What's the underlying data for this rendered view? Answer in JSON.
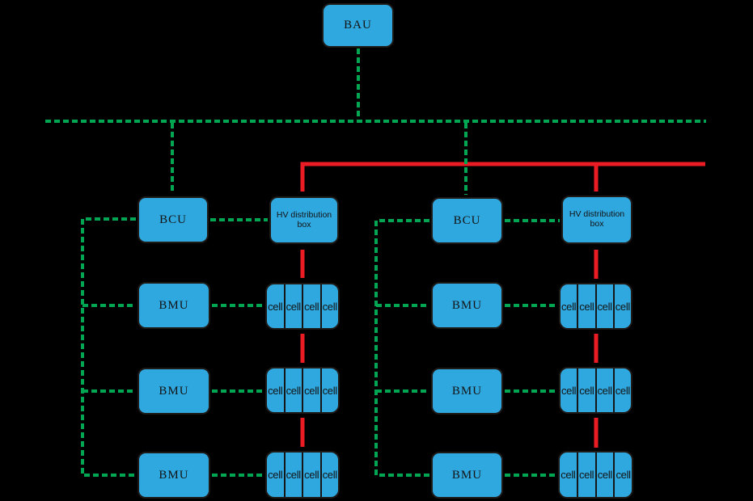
{
  "colors": {
    "background": "#000000",
    "node_fill": "#2FA7DF",
    "node_border": "#1E1A17",
    "node_text": "#141414",
    "comm_line": "#00A651",
    "power_line": "#EC1C24",
    "cell_divider": "#161616"
  },
  "nodes": {
    "bau": {
      "label": "BAU"
    },
    "strings": [
      {
        "bcu": {
          "label": "BCU"
        },
        "hv_box": {
          "label": "HV distribution box"
        },
        "bmus": [
          {
            "label": "BMU"
          },
          {
            "label": "BMU"
          },
          {
            "label": "BMU"
          }
        ],
        "cell_groups": [
          {
            "cells": [
              "cell",
              "cell",
              "cell",
              "cell"
            ]
          },
          {
            "cells": [
              "cell",
              "cell",
              "cell",
              "cell"
            ]
          },
          {
            "cells": [
              "cell",
              "cell",
              "cell",
              "cell"
            ]
          }
        ]
      },
      {
        "bcu": {
          "label": "BCU"
        },
        "hv_box": {
          "label": "HV distribution box"
        },
        "bmus": [
          {
            "label": "BMU"
          },
          {
            "label": "BMU"
          },
          {
            "label": "BMU"
          }
        ],
        "cell_groups": [
          {
            "cells": [
              "cell",
              "cell",
              "cell",
              "cell"
            ]
          },
          {
            "cells": [
              "cell",
              "cell",
              "cell",
              "cell"
            ]
          },
          {
            "cells": [
              "cell",
              "cell",
              "cell",
              "cell"
            ]
          }
        ]
      }
    ]
  }
}
